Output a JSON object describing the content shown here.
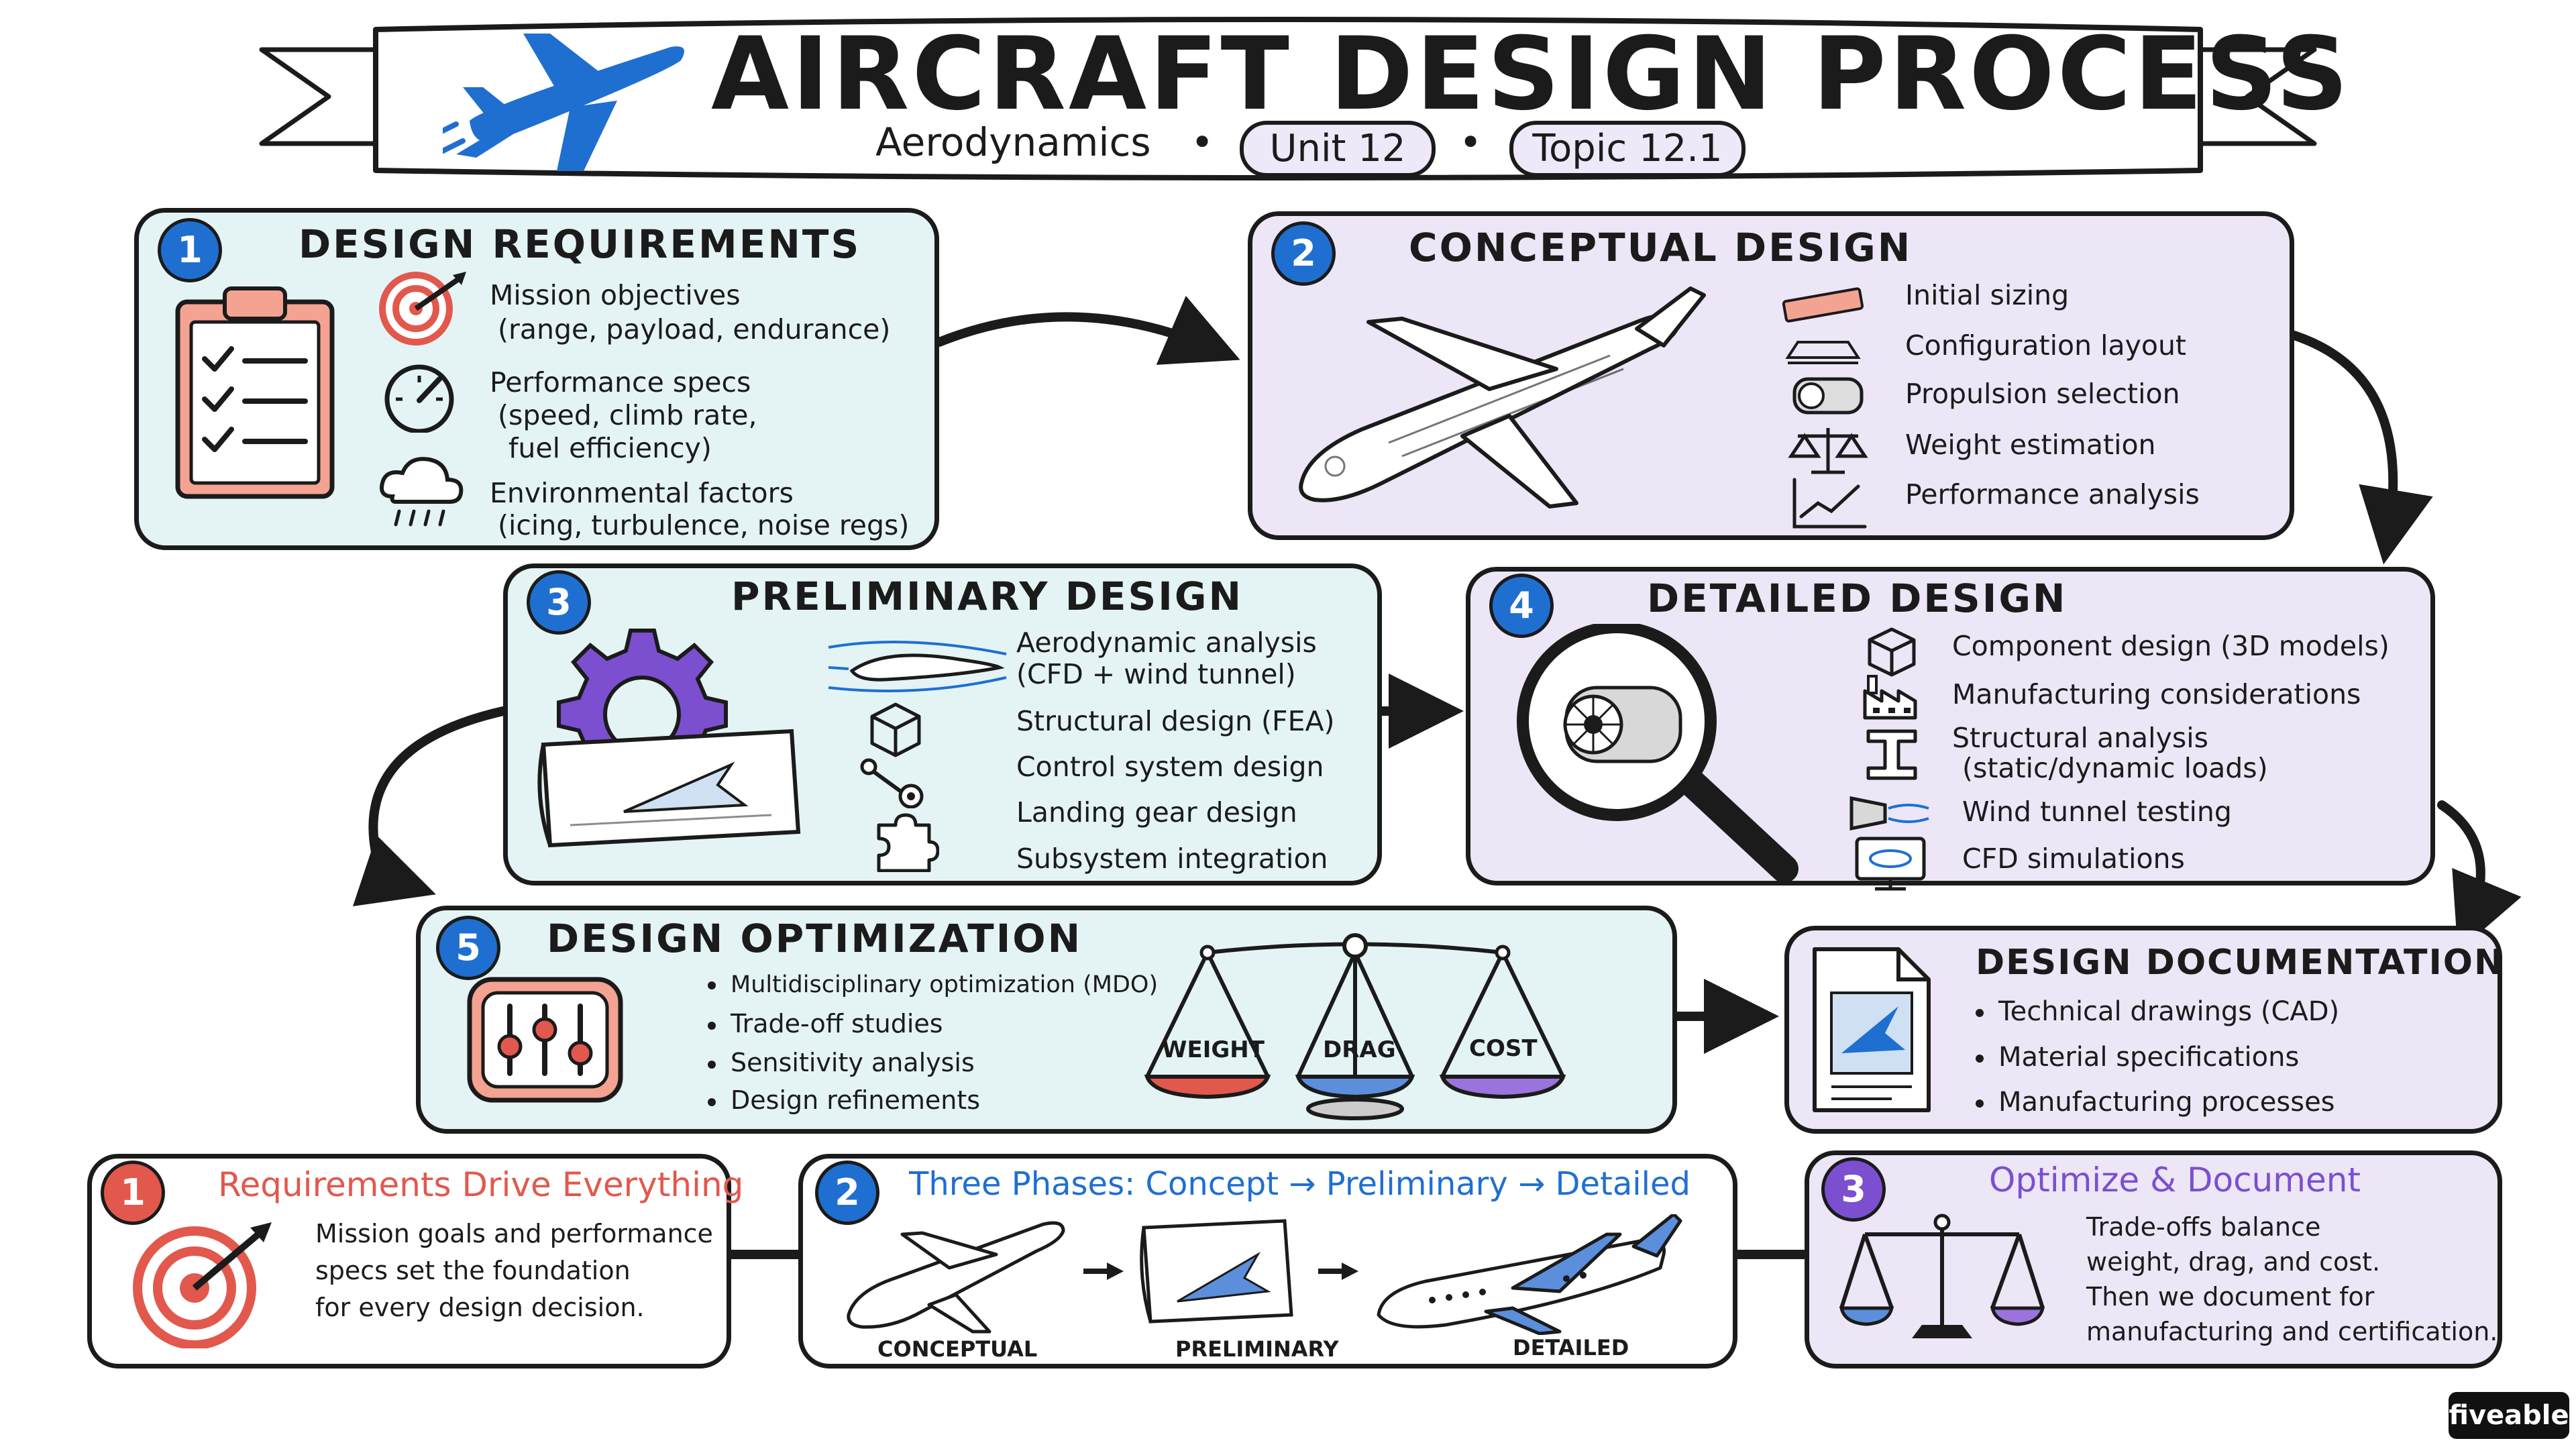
{
  "title": "AIRCRAFT DESIGN PROCESS",
  "subtitle": {
    "course": "Aerodynamics",
    "unit": "Unit 12",
    "topic": "Topic 12.1",
    "sep": "•"
  },
  "colors": {
    "blue": "#1f6fd1",
    "teal_bg": "#e4f4f4",
    "lavender_bg": "#ece6f6",
    "red": "#e2584d",
    "purple": "#7b4fd0",
    "ink": "#1b1b1b"
  },
  "stages": {
    "s1": {
      "num": "1",
      "title": "DESIGN REQUIREMENTS",
      "items": [
        {
          "icon": "target-icon",
          "line1": "Mission objectives",
          "line2": "(range, payload, endurance)"
        },
        {
          "icon": "speedometer-icon",
          "line1": "Performance specs",
          "line2": "(speed, climb rate,",
          "line3": "fuel efficiency)"
        },
        {
          "icon": "storm-cloud-icon",
          "line1": "Environmental factors",
          "line2": "(icing, turbulence, noise regs)"
        }
      ]
    },
    "s2": {
      "num": "2",
      "title": "CONCEPTUAL DESIGN",
      "items": [
        "Initial sizing",
        "Configuration layout",
        "Propulsion selection",
        "Weight estimation",
        "Performance analysis"
      ]
    },
    "s3": {
      "num": "3",
      "title": "PRELIMINARY DESIGN",
      "items": [
        "Aerodynamic analysis",
        "(CFD + wind tunnel)",
        "Structural design (FEA)",
        "Control system design",
        "Landing gear design",
        "Subsystem integration"
      ]
    },
    "s4": {
      "num": "4",
      "title": "DETAILED DESIGN",
      "items": [
        "Component design (3D models)",
        "Manufacturing considerations",
        "Structural analysis",
        "(static/dynamic loads)",
        "Wind tunnel testing",
        "CFD simulations"
      ]
    },
    "s5": {
      "num": "5",
      "title": "DESIGN OPTIMIZATION",
      "items": [
        "Multidisciplinary optimization (MDO)",
        "Trade-off studies",
        "Sensitivity analysis",
        "Design refinements"
      ],
      "scale": [
        "WEIGHT",
        "DRAG",
        "COST"
      ]
    },
    "doc": {
      "title": "DESIGN DOCUMENTATION",
      "items": [
        "Technical drawings (CAD)",
        "Material specifications",
        "Manufacturing processes"
      ]
    }
  },
  "takeaways": {
    "k1": {
      "num": "1",
      "title": "Requirements Drive Everything",
      "lines": [
        "Mission goals and performance",
        "specs set the foundation",
        "for every design decision."
      ]
    },
    "k2": {
      "num": "2",
      "title": "Three Phases: Concept → Preliminary → Detailed",
      "labels": [
        "CONCEPTUAL",
        "PRELIMINARY",
        "DETAILED"
      ]
    },
    "k3": {
      "num": "3",
      "title": "Optimize & Document",
      "lines": [
        "Trade-offs balance",
        "weight, drag, and cost.",
        "Then we document for",
        "manufacturing and certification."
      ]
    }
  },
  "brand": "fiveable"
}
